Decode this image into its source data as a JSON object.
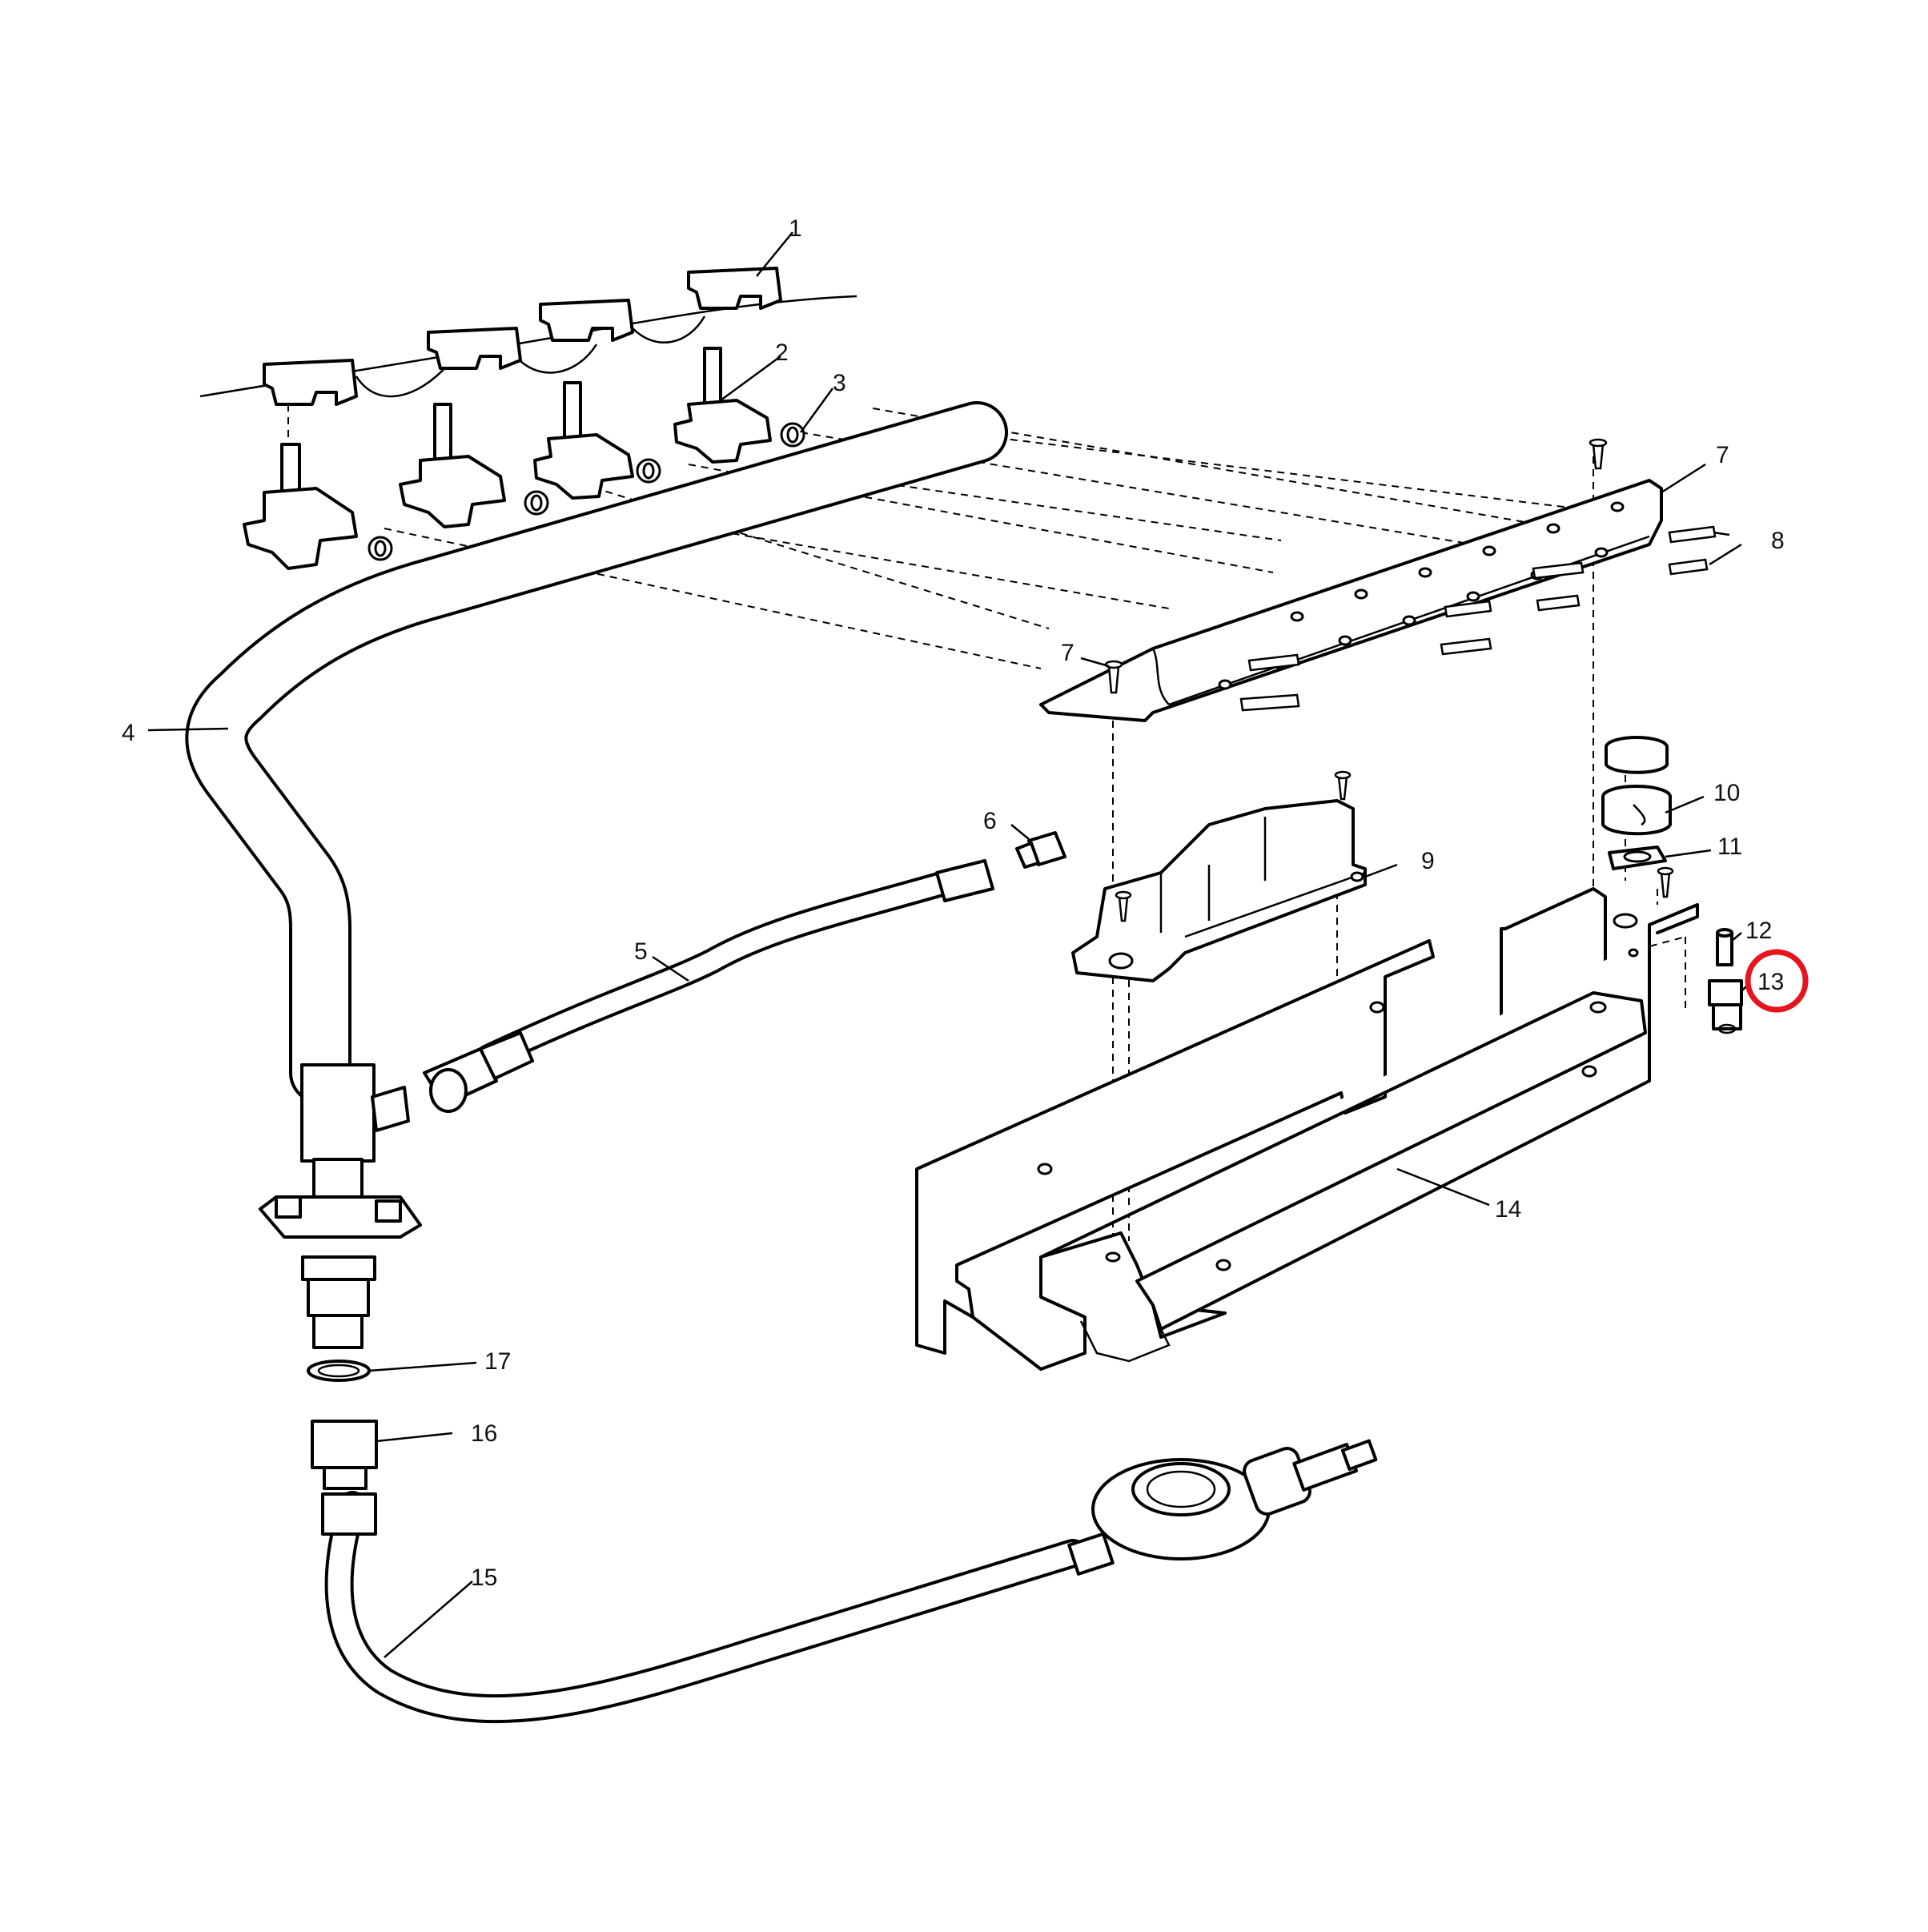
{
  "diagram": {
    "type": "exploded-parts-diagram",
    "highlight_color": "#e8141c",
    "line_color": "#000000",
    "callouts": [
      {
        "id": "c1",
        "label": "1"
      },
      {
        "id": "c2",
        "label": "2"
      },
      {
        "id": "c3",
        "label": "3"
      },
      {
        "id": "c4",
        "label": "4"
      },
      {
        "id": "c5",
        "label": "5"
      },
      {
        "id": "c6",
        "label": "6"
      },
      {
        "id": "c7a",
        "label": "7"
      },
      {
        "id": "c7b",
        "label": "7"
      },
      {
        "id": "c8",
        "label": "8"
      },
      {
        "id": "c9",
        "label": "9"
      },
      {
        "id": "c10",
        "label": "10"
      },
      {
        "id": "c11",
        "label": "11"
      },
      {
        "id": "c12",
        "label": "12"
      },
      {
        "id": "c13",
        "label": "13",
        "highlighted": true
      },
      {
        "id": "c14",
        "label": "14"
      },
      {
        "id": "c15",
        "label": "15"
      },
      {
        "id": "c16",
        "label": "16"
      },
      {
        "id": "c17",
        "label": "17"
      }
    ]
  }
}
